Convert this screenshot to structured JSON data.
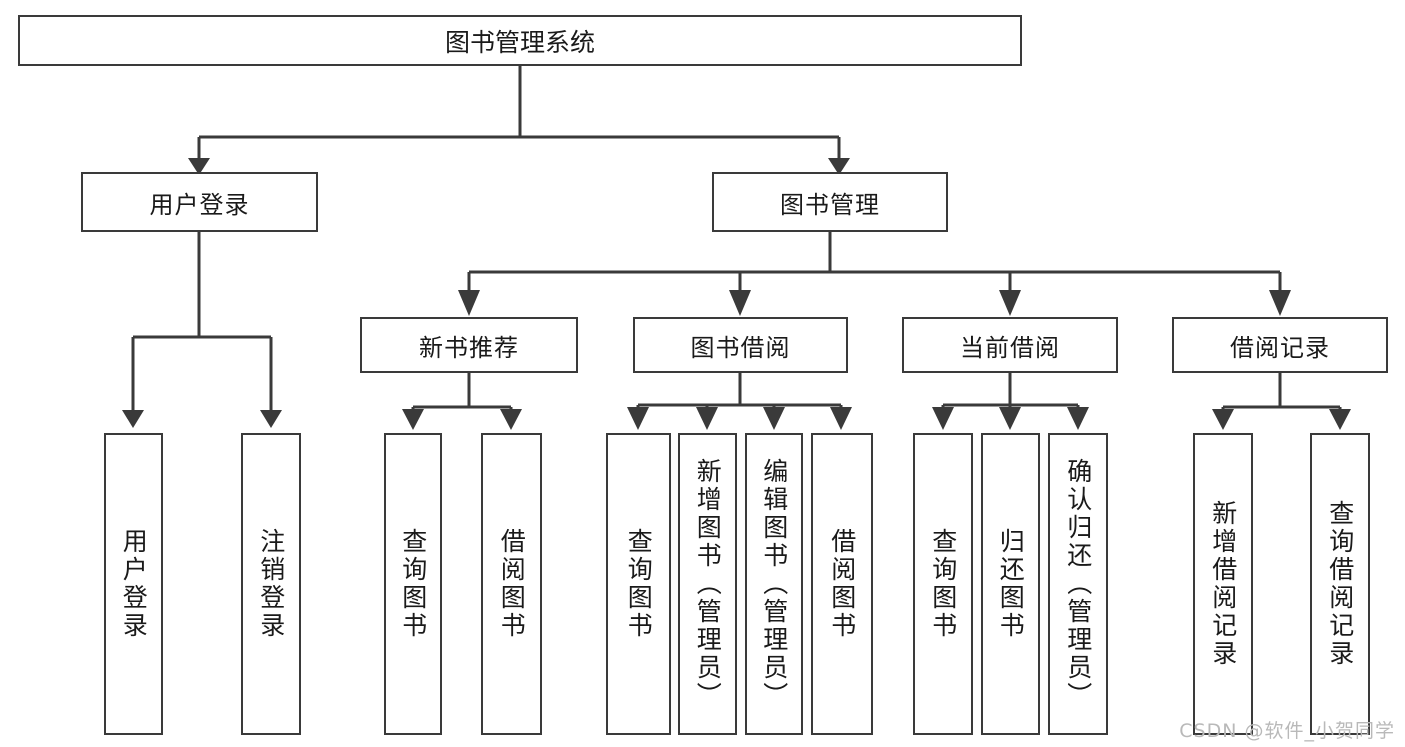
{
  "diagram": {
    "type": "tree-hierarchy",
    "title": "图书管理系统",
    "watermark": "CSDN @软件_小贺同学",
    "colors": {
      "box_border": "#3a3a3a",
      "box_fill": "#ffffff",
      "line": "#3a3a3a",
      "text": "#1a1a1a",
      "watermark": "#b9b9b9"
    },
    "root": {
      "label": "图书管理系统"
    },
    "level1": [
      {
        "id": "user-login",
        "label": "用户登录"
      },
      {
        "id": "book-management",
        "label": "图书管理"
      }
    ],
    "level2": [
      {
        "id": "new-book-recommend",
        "label": "新书推荐",
        "parent": "book-management"
      },
      {
        "id": "book-borrow",
        "label": "图书借阅",
        "parent": "book-management"
      },
      {
        "id": "current-borrow",
        "label": "当前借阅",
        "parent": "book-management"
      },
      {
        "id": "borrow-record",
        "label": "借阅记录",
        "parent": "book-management"
      }
    ],
    "leaves": {
      "user_login": [
        {
          "id": "leaf-user-login",
          "label": "用户登录"
        },
        {
          "id": "leaf-user-logout",
          "label": "注销登录"
        }
      ],
      "new_book_recommend": [
        {
          "id": "leaf-query-book-1",
          "label": "查询图书"
        },
        {
          "id": "leaf-borrow-book-1",
          "label": "借阅图书"
        }
      ],
      "book_borrow": [
        {
          "id": "leaf-query-book-2",
          "label": "查询图书"
        },
        {
          "id": "leaf-add-book",
          "label": "新增图书（管理员）"
        },
        {
          "id": "leaf-edit-book",
          "label": "编辑图书（管理员）"
        },
        {
          "id": "leaf-borrow-book-2",
          "label": "借阅图书"
        }
      ],
      "current_borrow": [
        {
          "id": "leaf-query-book-3",
          "label": "查询图书"
        },
        {
          "id": "leaf-return-book",
          "label": "归还图书"
        },
        {
          "id": "leaf-confirm-return",
          "label": "确认归还（管理员）"
        }
      ],
      "borrow_record": [
        {
          "id": "leaf-add-record",
          "label": "新增借阅记录"
        },
        {
          "id": "leaf-query-record",
          "label": "查询借阅记录"
        }
      ]
    }
  }
}
